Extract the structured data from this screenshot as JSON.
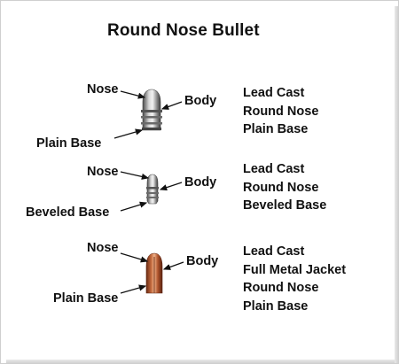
{
  "title": "Round Nose Bullet",
  "bullets": [
    {
      "nose_label": "Nose",
      "body_label": "Body",
      "base_label": "Plain Base",
      "description": [
        "Lead Cast",
        "Round Nose",
        "Plain Base"
      ]
    },
    {
      "nose_label": "Nose",
      "body_label": "Body",
      "base_label": "Beveled Base",
      "description": [
        "Lead Cast",
        "Round Nose",
        "Beveled Base"
      ]
    },
    {
      "nose_label": "Nose",
      "body_label": "Body",
      "base_label": "Plain Base",
      "description": [
        "Lead Cast",
        "Full Metal Jacket",
        "Round Nose",
        "Plain Base"
      ]
    }
  ],
  "colors": {
    "lead": "#7d7d7d",
    "copper": "#b5613a",
    "text": "#111111"
  }
}
